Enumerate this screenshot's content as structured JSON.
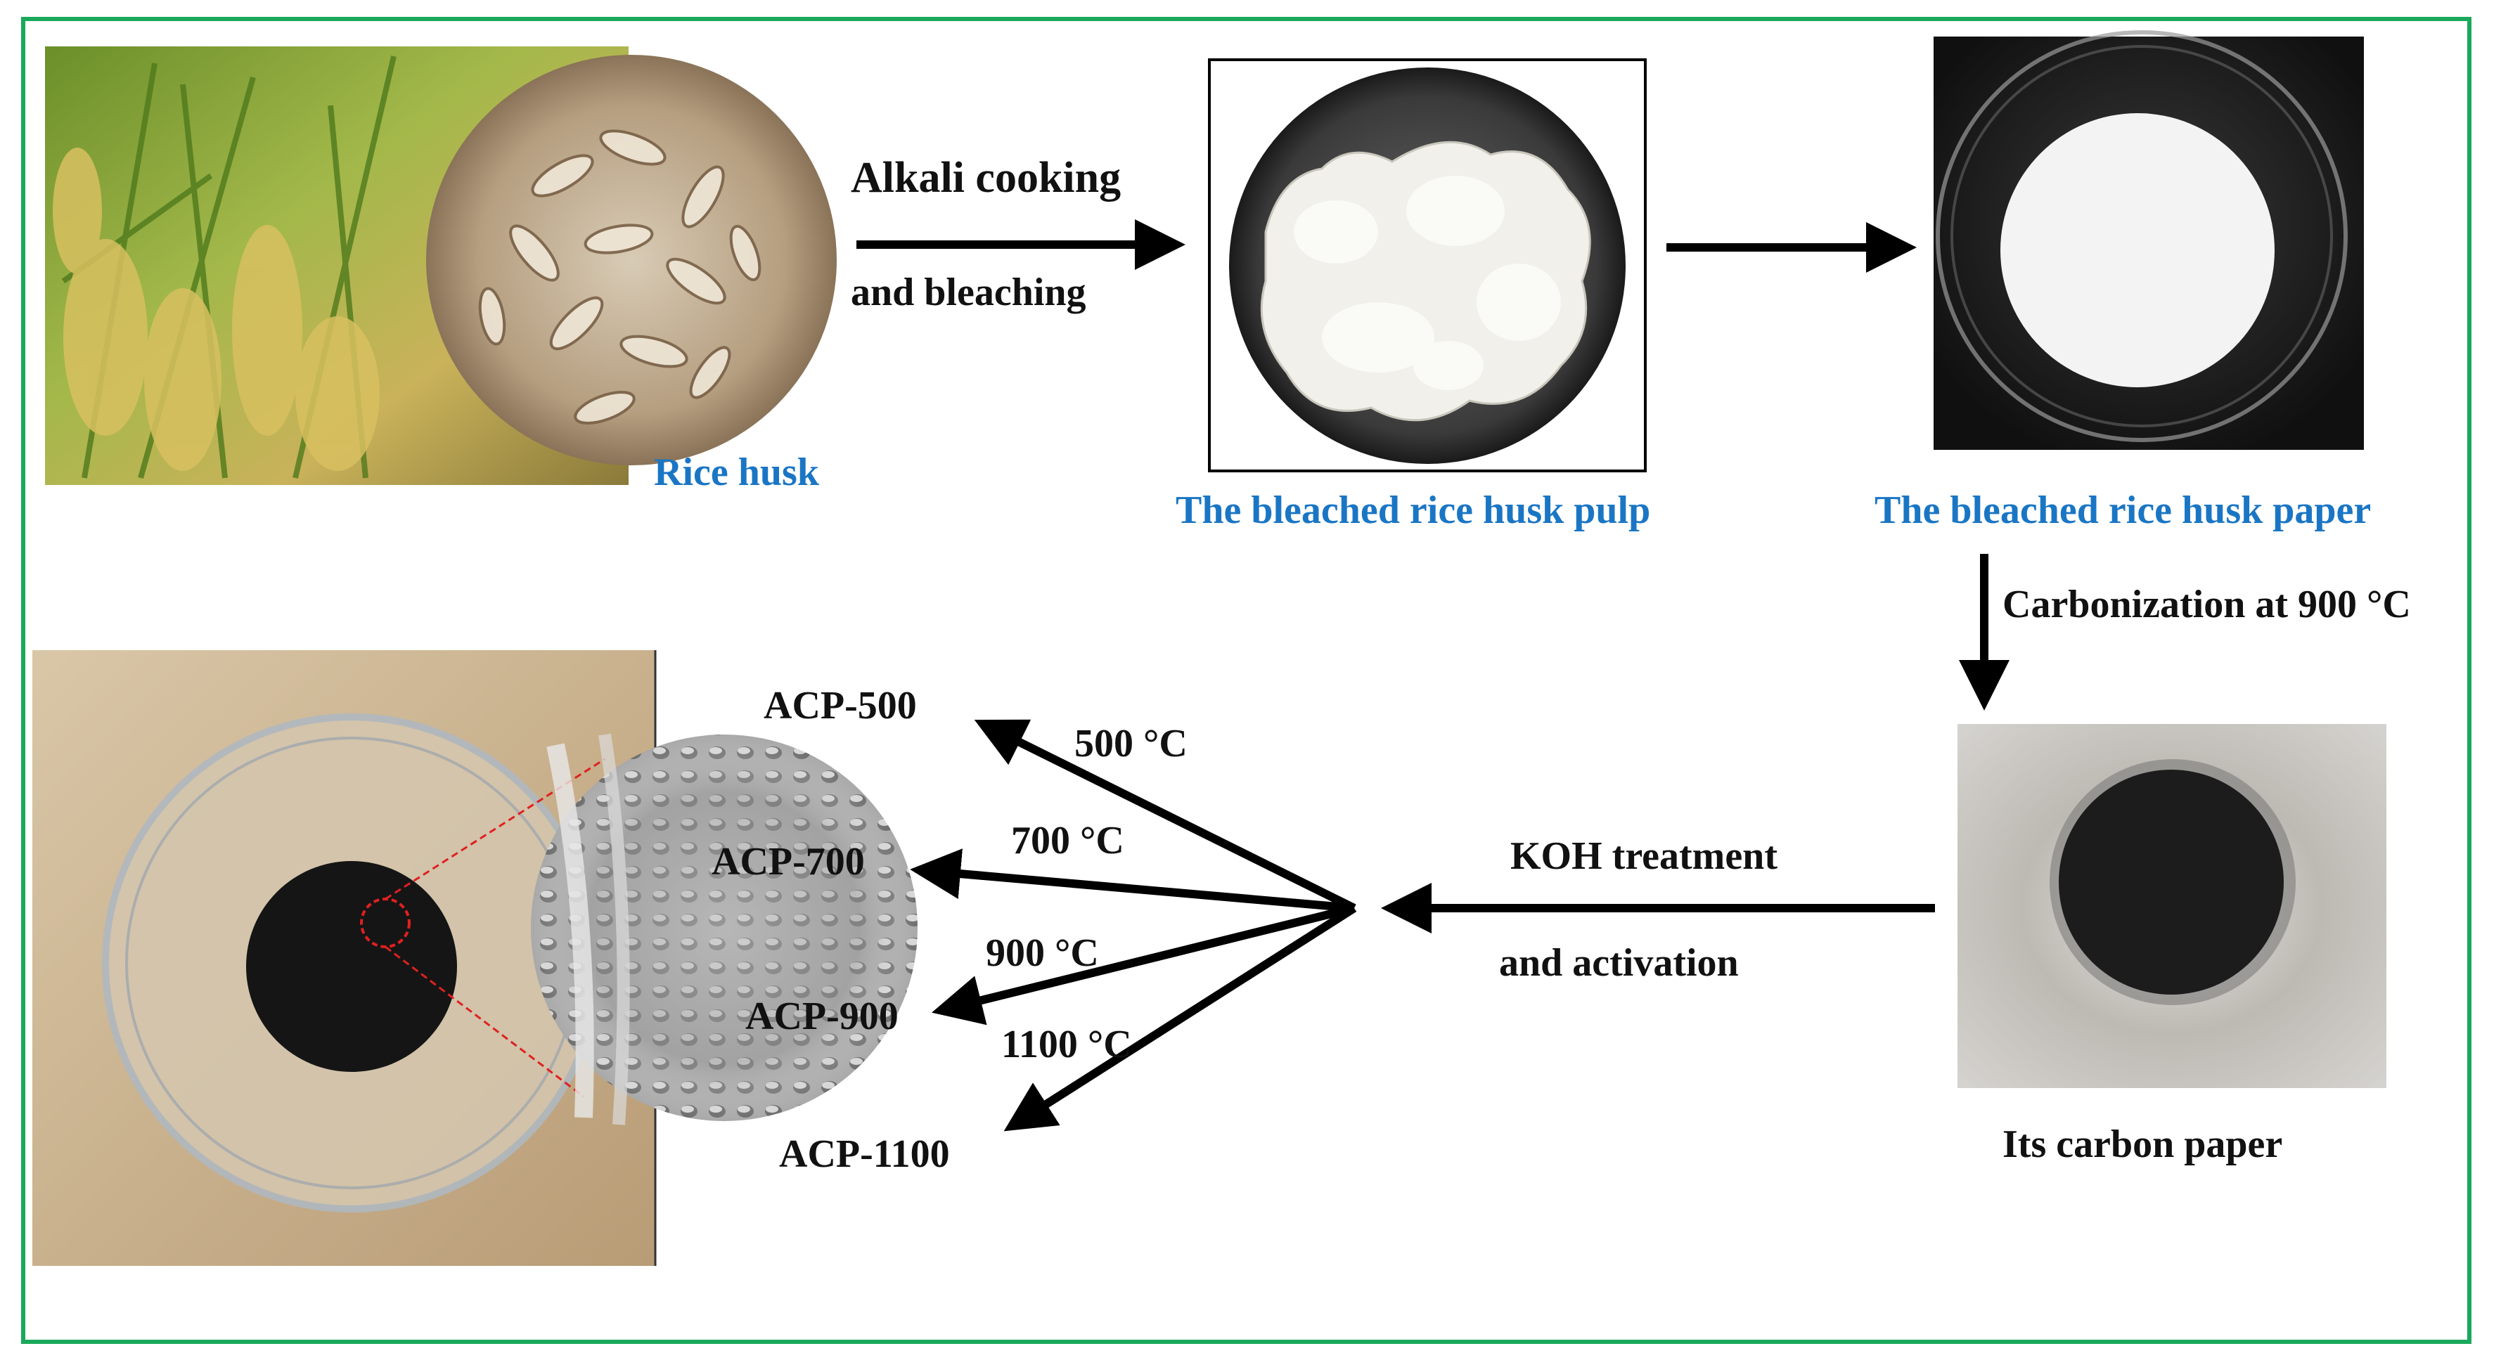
{
  "labels": {
    "rice_husk": "Rice husk",
    "alkali_line1": "Alkali cooking",
    "alkali_line2": "and bleaching",
    "pulp": "The bleached rice husk pulp",
    "paper": "The bleached rice husk paper",
    "carbonization": "Carbonization at 900 °C",
    "carbon_paper": "Its carbon paper",
    "koh_line1": "KOH treatment",
    "koh_line2": "and activation",
    "acp500": "ACP-500",
    "acp700": "ACP-700",
    "acp900": "ACP-900",
    "acp1100": "ACP-1100",
    "t500": "500 °C",
    "t700": "700 °C",
    "t900": "900 °C",
    "t1100": "1100 °C"
  },
  "colors": {
    "frame": "#1aa85a",
    "caption_blue": "#1a76c4",
    "arrow": "#000000",
    "zoom_marker": "#e02020"
  }
}
